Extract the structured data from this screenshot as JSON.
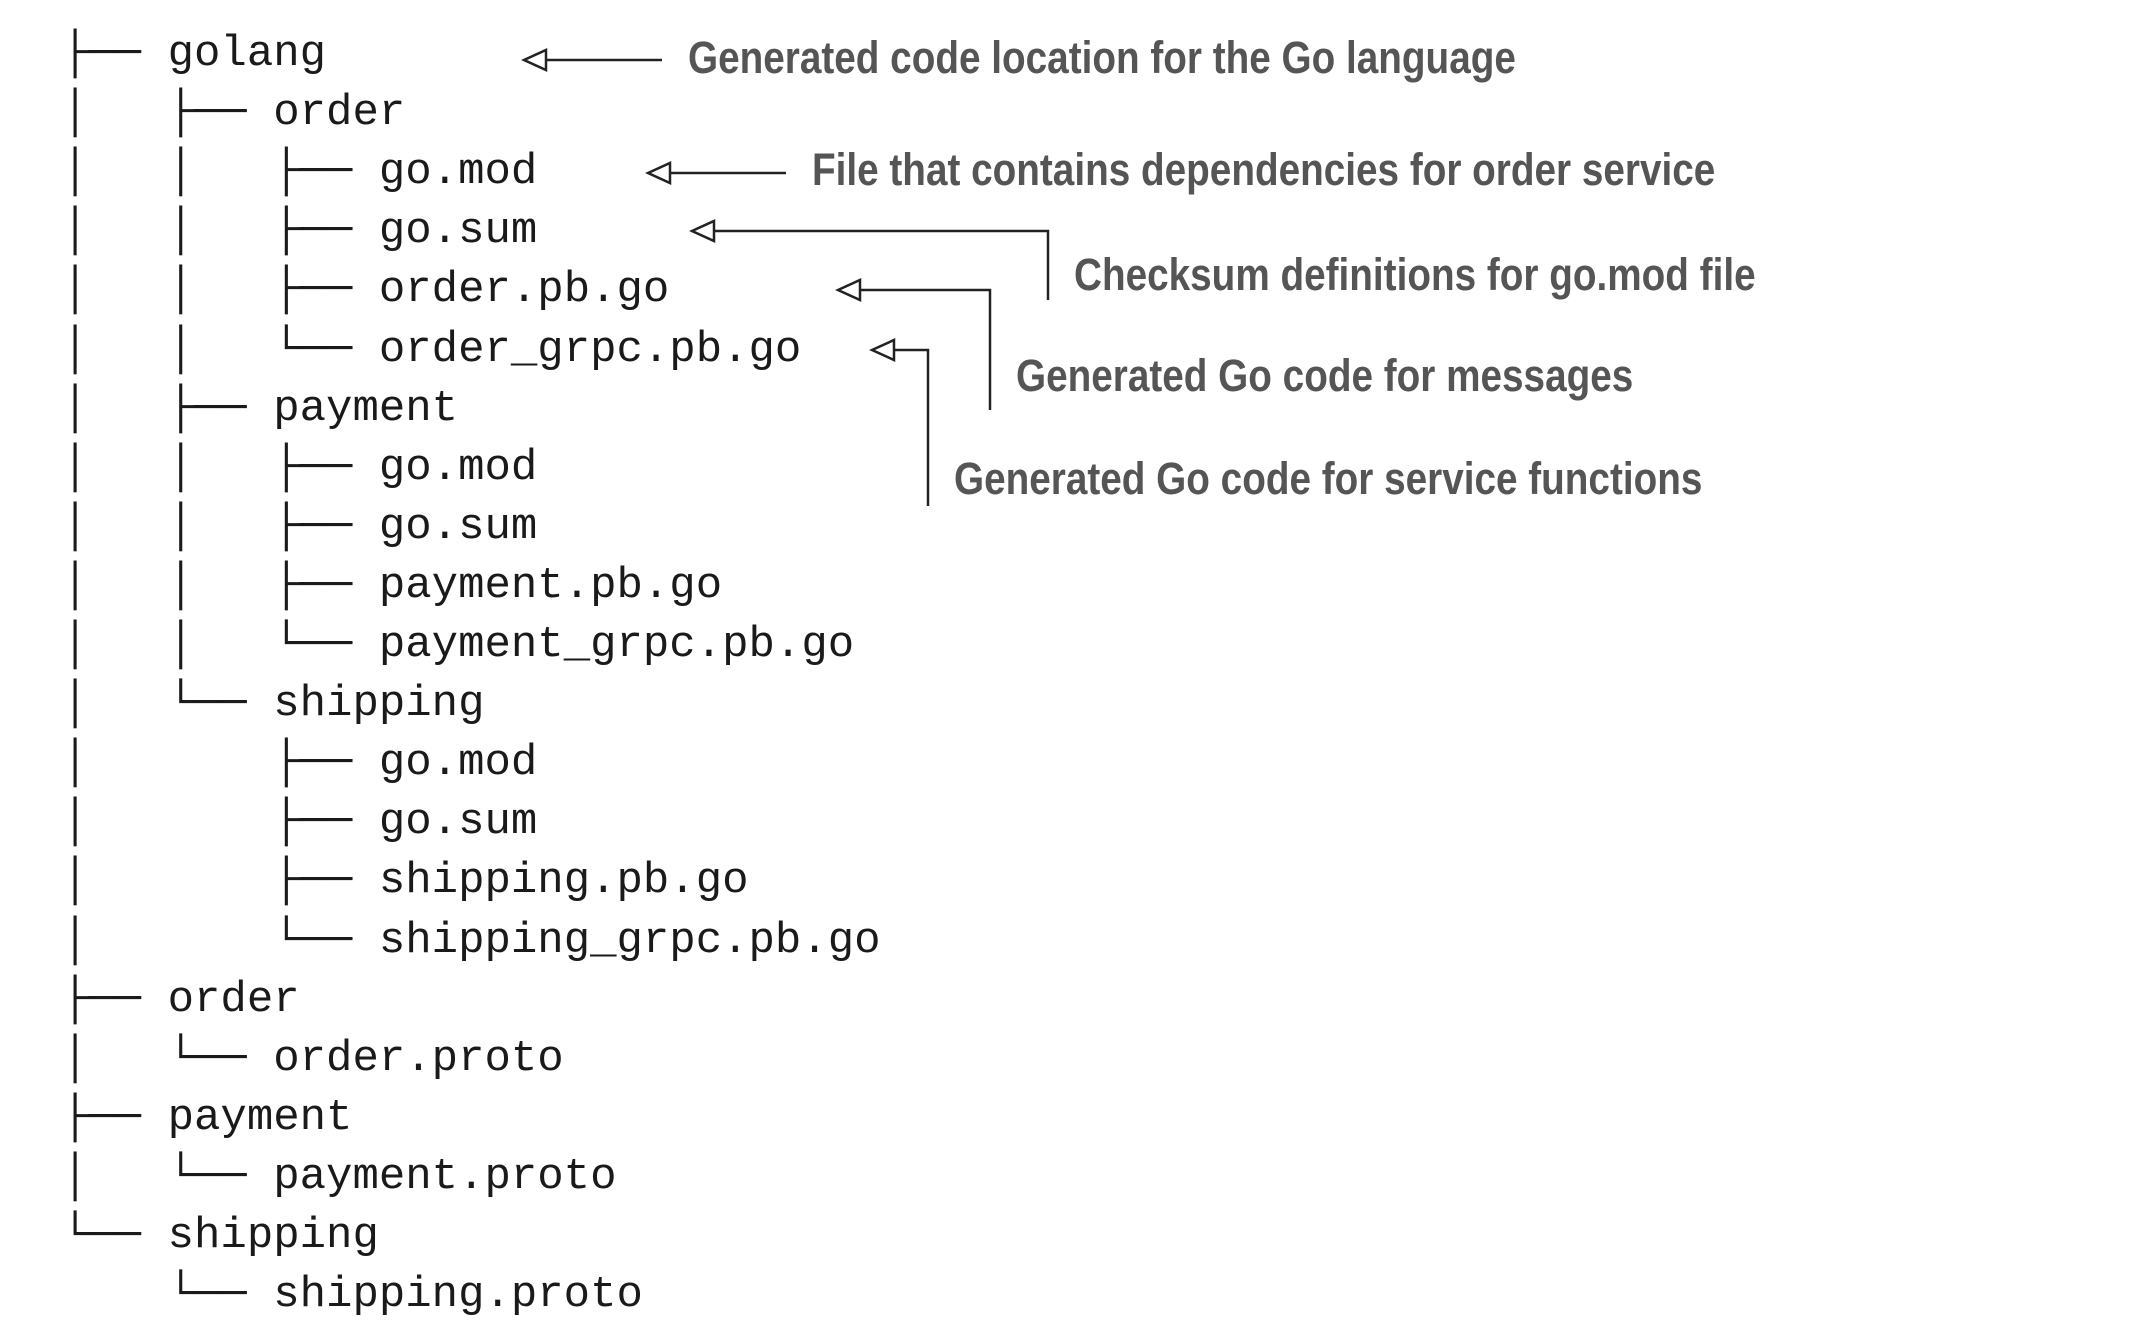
{
  "tree": [
    {
      "prefix": "├── ",
      "name": "golang"
    },
    {
      "prefix": "│   ├── ",
      "name": "order"
    },
    {
      "prefix": "│   │   ├── ",
      "name": "go.mod"
    },
    {
      "prefix": "│   │   ├── ",
      "name": "go.sum"
    },
    {
      "prefix": "│   │   ├── ",
      "name": "order.pb.go"
    },
    {
      "prefix": "│   │   └── ",
      "name": "order_grpc.pb.go"
    },
    {
      "prefix": "│   ├── ",
      "name": "payment"
    },
    {
      "prefix": "│   │   ├── ",
      "name": "go.mod"
    },
    {
      "prefix": "│   │   ├── ",
      "name": "go.sum"
    },
    {
      "prefix": "│   │   ├── ",
      "name": "payment.pb.go"
    },
    {
      "prefix": "│   │   └── ",
      "name": "payment_grpc.pb.go"
    },
    {
      "prefix": "│   └── ",
      "name": "shipping"
    },
    {
      "prefix": "│       ├── ",
      "name": "go.mod"
    },
    {
      "prefix": "│       ├── ",
      "name": "go.sum"
    },
    {
      "prefix": "│       ├── ",
      "name": "shipping.pb.go"
    },
    {
      "prefix": "│       └── ",
      "name": "shipping_grpc.pb.go"
    },
    {
      "prefix": "├── ",
      "name": "order"
    },
    {
      "prefix": "│   └── ",
      "name": "order.proto"
    },
    {
      "prefix": "├── ",
      "name": "payment"
    },
    {
      "prefix": "│   └── ",
      "name": "payment.proto"
    },
    {
      "prefix": "└── ",
      "name": "shipping"
    },
    {
      "prefix": "    └── ",
      "name": "shipping.proto"
    }
  ],
  "annotations": {
    "golang": "Generated code location for the Go language",
    "go_mod": "File that contains dependencies for order service",
    "go_sum": "Checksum definitions for go.mod file",
    "pb_go": "Generated Go code for messages",
    "grpc_pb_go": "Generated Go code for service functions"
  },
  "colors": {
    "text": "#1a1a1a",
    "annotation": "#555555",
    "arrow": "#222222"
  }
}
